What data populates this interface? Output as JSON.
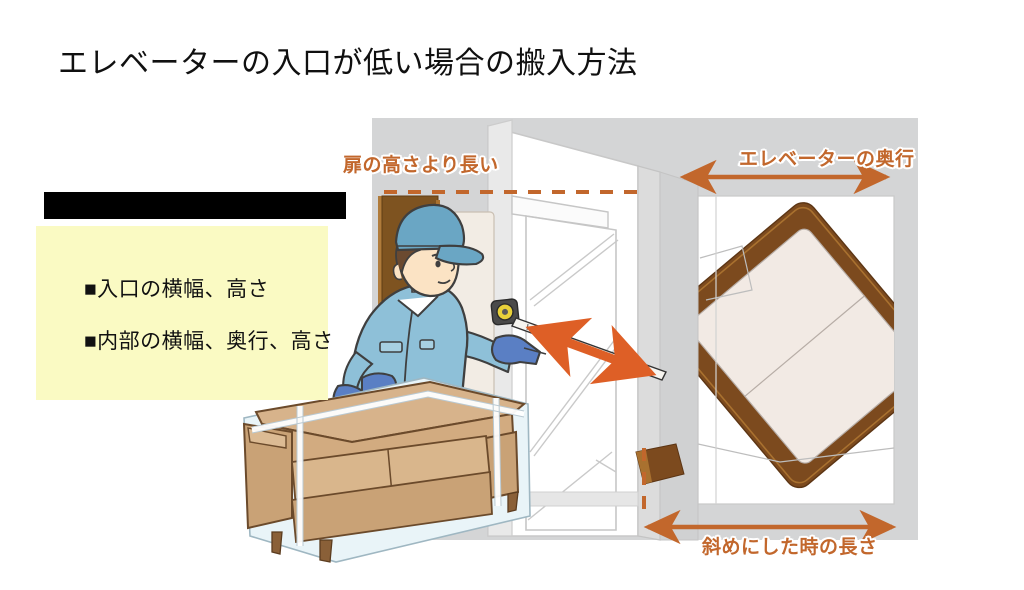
{
  "slide": {
    "title": "エレベーターの入口が低い場合の搬入方法",
    "background_color": "#ffffff"
  },
  "redaction": {
    "present": true,
    "color": "#000000"
  },
  "callout": {
    "background_color": "#fafac3",
    "bullets": [
      "■入口の横幅、高さ",
      "■内部の横幅、奥行、高さ"
    ]
  },
  "annotations": {
    "door_height": {
      "label": "扉の高さより長い",
      "color": "#c2672c"
    },
    "elevator_depth": {
      "label": "エレベーターの奥行",
      "color": "#c2672c"
    },
    "diagonal_length": {
      "label": "斜めにした時の長さ",
      "color": "#c2672c"
    }
  },
  "scene": {
    "wall_color": "#d3d4d5",
    "floor_color": "#ffffff",
    "sofa_color": "#d2ab80",
    "sofa_wrap_color": "#eaf4f8",
    "worker_uniform_color": "#8ec0d8",
    "worker_glove_color": "#5a7fc4",
    "door_frame_color": "#e8e8e8",
    "tilted_sofa_color": "#7c4a1e",
    "arrow_color": "#c2672c",
    "dashed_line_color": "#c2672c"
  }
}
